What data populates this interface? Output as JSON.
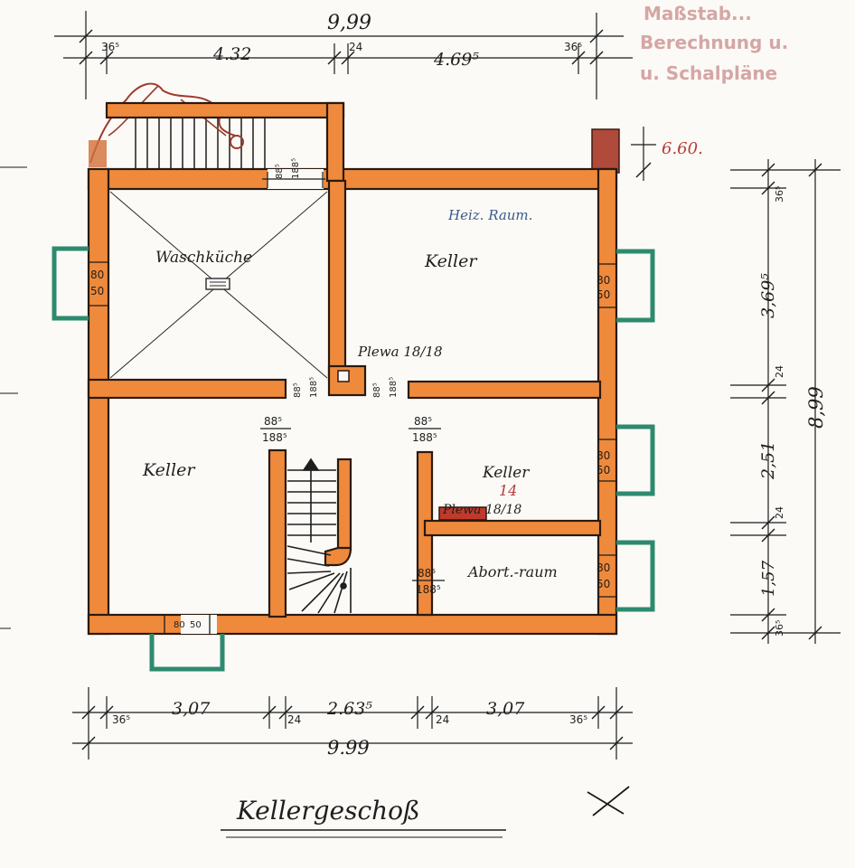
{
  "stamp": {
    "line1": "Maßstab...",
    "line2": "Berechnung u.",
    "line3": "u. Schalpläne"
  },
  "dims_top": {
    "total": "9,99",
    "left_wall": "36⁵",
    "left_room": "4.32",
    "mid_wall": "24",
    "right_room": "4.69⁵",
    "right_wall": "36⁵"
  },
  "dims_bottom": {
    "total": "9.99",
    "left_wall": "36⁵",
    "left_room": "3,07",
    "wall_a": "24",
    "mid_room": "2.63⁵",
    "wall_b": "24",
    "right_room": "3,07",
    "right_wall": "36⁵"
  },
  "dims_right": {
    "top_wall": "36⁵",
    "room1": "3,69⁵",
    "wall1": "24",
    "room2": "2,51",
    "wall2": "24",
    "room3": "1,57",
    "bottom_wall": "36⁵",
    "total": "8,99"
  },
  "height_note": "6.60.",
  "rooms": {
    "waschkueche": "Waschküche",
    "keller_top": "Keller",
    "heiz_raum": "Heiz. Raum.",
    "plewa_top": "Plewa 18/18",
    "keller_left": "Keller",
    "keller_right": "Keller",
    "keller_right_num": "14",
    "plewa_right": "Plewa 18/18",
    "abort": "Abort.-raum"
  },
  "openings": {
    "door_top_a": "88⁵",
    "door_top_b": "188⁵",
    "door_left_a": "88⁵",
    "door_left_b": "188⁵",
    "door_mid_a": "88⁵",
    "door_mid_b": "188⁵",
    "door_cl_a": "88⁵",
    "door_cl_b": "188⁵",
    "door_cr_a": "88⁵",
    "door_cr_b": "188⁵",
    "door_abort_a": "88⁵",
    "door_abort_b": "188⁵",
    "win_left_a": "80",
    "win_left_b": "50",
    "win_r1_a": "80",
    "win_r1_b": "50",
    "win_r2_a": "80",
    "win_r2_b": "50",
    "win_r3_a": "80",
    "win_r3_b": "50",
    "win_bottom_a": "80",
    "win_bottom_b": "50"
  },
  "title": "Kellergeschoß"
}
